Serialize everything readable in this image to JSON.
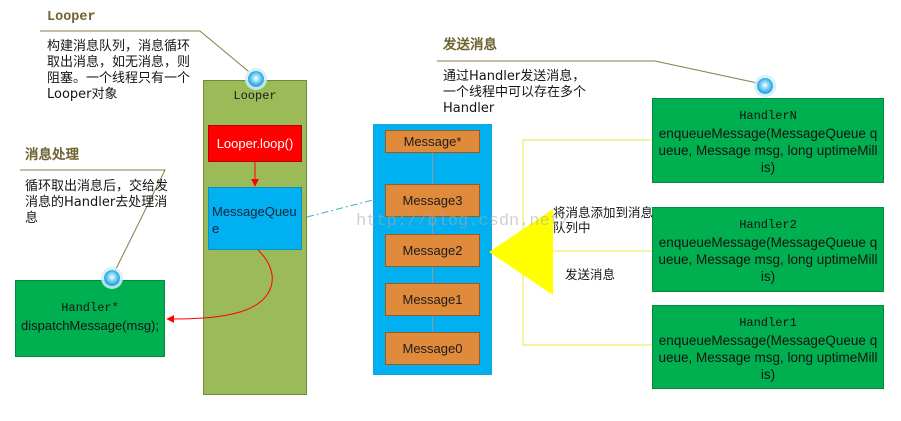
{
  "callouts": {
    "looper": {
      "title": "Looper",
      "lines": [
        "构建消息队列，消息循环",
        "取出消息，如无消息，则",
        "阻塞。一个线程只有一个",
        "Looper对象"
      ]
    },
    "dispatch": {
      "title": "消息处理",
      "lines": [
        "循环取出消息后，交给发",
        "消息的Handler去处理消",
        "息"
      ]
    },
    "send": {
      "title": "发送消息",
      "lines": [
        "通过Handler发送消息，",
        "一个线程中可以存在多个",
        "Handler"
      ]
    }
  },
  "looper": {
    "label": "Looper",
    "loop_call": "Looper.loop()",
    "queue_lines": [
      "MessageQueu",
      "e"
    ]
  },
  "dispatch_handler": {
    "name": "Handler*",
    "method": "dispatchMessage(msg);"
  },
  "queue": {
    "messages": [
      "Message*",
      "Message3",
      "Message2",
      "Message1",
      "Message0"
    ]
  },
  "enqueue_arrow": {
    "label_lines": [
      "将消息添加到消息",
      "队列中"
    ],
    "send_label": "发送消息"
  },
  "handlers": [
    {
      "name": "HandlerN",
      "lines": [
        "enqueueMessage(MessageQueue q",
        "ueue, Message msg, long uptimeMill",
        "is)"
      ]
    },
    {
      "name": "Handler2",
      "lines": [
        "enqueueMessage(MessageQueue q",
        "ueue, Message msg, long uptimeMill",
        "is)"
      ]
    },
    {
      "name": "Handler1",
      "lines": [
        "enqueueMessage(MessageQueue q",
        "ueue, Message msg, long uptimeMill",
        "is)"
      ]
    }
  ],
  "watermark": "http://blog.csdn.net/",
  "colors": {
    "looper_box": "#9BBB59",
    "loop_box": "#FF0000",
    "queue_box": "#00B0F0",
    "handler_box": "#00B050",
    "message_box": "#E08A3C",
    "enqueue_arrow": "#FFFF00",
    "callout_title": "#6E6330"
  }
}
